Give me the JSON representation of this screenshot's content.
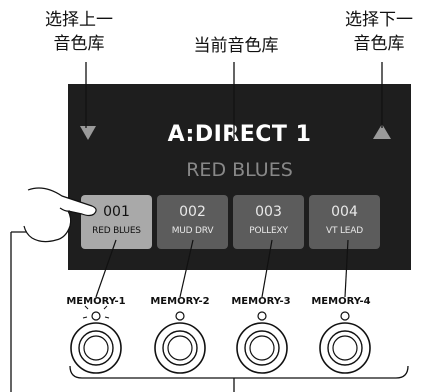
{
  "callouts": {
    "prev_bank": "选择上一\n音色库",
    "current_bank": "当前音色库",
    "next_bank": "选择下一\n音色库"
  },
  "screen": {
    "bank_name": "A:DIRECT 1",
    "patch_name": "RED BLUES",
    "slots": [
      {
        "number": "001",
        "name": "RED BLUES",
        "selected": true
      },
      {
        "number": "002",
        "name": "MUD DRV",
        "selected": false
      },
      {
        "number": "003",
        "name": "POLLEXY",
        "selected": false
      },
      {
        "number": "004",
        "name": "VT LEAD",
        "selected": false
      }
    ]
  },
  "footswitches": [
    {
      "label": "MEMORY-1",
      "led_on": true
    },
    {
      "label": "MEMORY-2",
      "led_on": false
    },
    {
      "label": "MEMORY-3",
      "led_on": false
    },
    {
      "label": "MEMORY-4",
      "led_on": false
    }
  ],
  "colors": {
    "screen_bg": "#1e1e1e",
    "slot_selected": "#a9a9a9",
    "slot_normal": "#5c5c5c",
    "patch_name_text": "#888888"
  }
}
